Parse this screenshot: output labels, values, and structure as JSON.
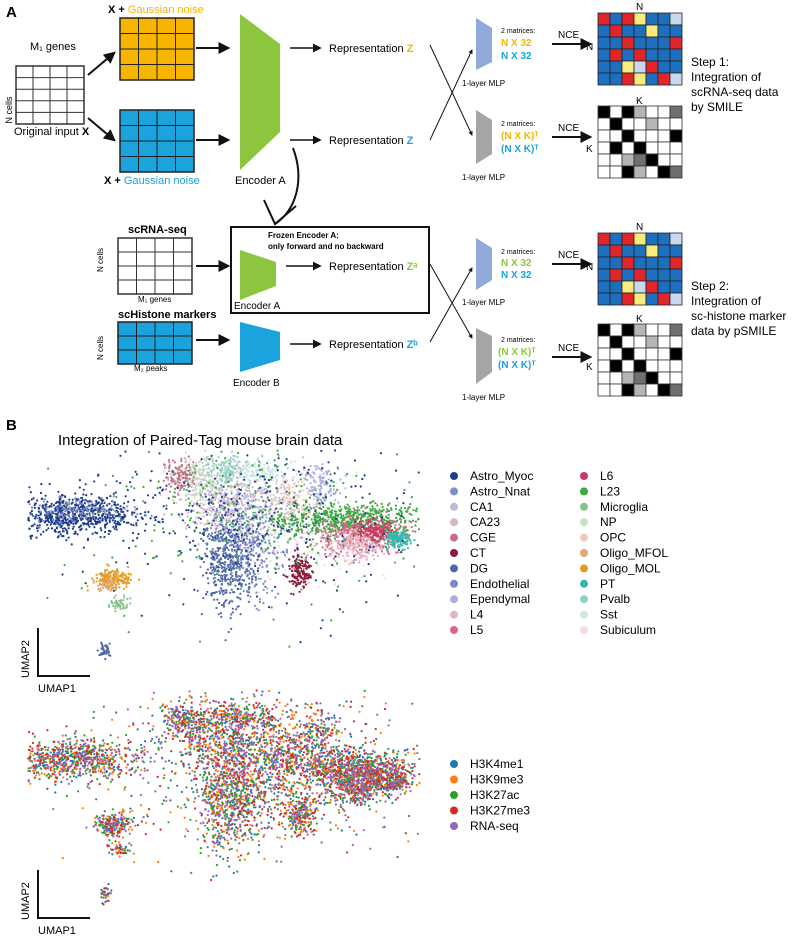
{
  "panel_a": {
    "label": "A",
    "original_input": {
      "genes_label": "M₁ genes",
      "cells_label": "N cells",
      "caption": "Original input",
      "var": "X"
    },
    "noise": {
      "prefix": "X +",
      "text": "Gaussian noise"
    },
    "encoder_a_label": "Encoder A",
    "encoder_b_label": "Encoder B",
    "representation_text": "Representation",
    "rep_var": "Z",
    "rep_var_a": "Zᵃ",
    "rep_var_b": "Zᵇ",
    "mlp_label": "1-layer MLP",
    "matrices_label": "2 matrices:",
    "n32": "N X 32",
    "nxk": "(N X K)ᵀ",
    "nce": "NCE",
    "n_label": "N",
    "k_label": "K",
    "step1": [
      "Step 1:",
      "Integration of",
      "scRNA-seq data",
      "by SMILE"
    ],
    "step2": [
      "Step 2:",
      "Integration of",
      "sc-histone marker",
      "data by pSMILE"
    ],
    "frozen": [
      "Frozen Encoder A:",
      "only forward and no backward"
    ],
    "scrna_title": "scRNA-seq",
    "schistone_title": "scHistone markers",
    "m1_genes": "M₁ genes",
    "m2_peaks": "M₂ peaks",
    "n_cells": "N cells"
  },
  "panel_b": {
    "label": "B",
    "title": "Integration of Paired-Tag mouse brain data",
    "umap1": "UMAP1",
    "umap2": "UMAP2",
    "celltypes": [
      {
        "name": "Astro_Myoc",
        "color": "#1f3d8f"
      },
      {
        "name": "Astro_Nnat",
        "color": "#7f8fc4"
      },
      {
        "name": "CA1",
        "color": "#b9bdd8"
      },
      {
        "name": "CA23",
        "color": "#d8b7c3"
      },
      {
        "name": "CGE",
        "color": "#c46e82"
      },
      {
        "name": "CT",
        "color": "#8e1c3a"
      },
      {
        "name": "DG",
        "color": "#4f68a8"
      },
      {
        "name": "Endothelial",
        "color": "#7f88cf"
      },
      {
        "name": "Ependymal",
        "color": "#a9aee0"
      },
      {
        "name": "L4",
        "color": "#e6b4c2"
      },
      {
        "name": "L5",
        "color": "#d46b86"
      },
      {
        "name": "L6",
        "color": "#c53c63"
      },
      {
        "name": "L23",
        "color": "#3aa843"
      },
      {
        "name": "Microglia",
        "color": "#86c38a"
      },
      {
        "name": "NP",
        "color": "#c5dfc3"
      },
      {
        "name": "OPC",
        "color": "#eecbb8"
      },
      {
        "name": "Oligo_MFOL",
        "color": "#e0aa73"
      },
      {
        "name": "Oligo_MOL",
        "color": "#e79a22"
      },
      {
        "name": "PT",
        "color": "#36b7ad"
      },
      {
        "name": "Pvalb",
        "color": "#8fd0c9"
      },
      {
        "name": "Sst",
        "color": "#cce8e3"
      },
      {
        "name": "Subiculum",
        "color": "#f3dde3"
      }
    ],
    "modalities": [
      {
        "name": "H3K4me1",
        "color": "#1f77b4"
      },
      {
        "name": "H3K9me3",
        "color": "#ff7f0e"
      },
      {
        "name": "H3K27ac",
        "color": "#2ca02c"
      },
      {
        "name": "H3K27me3",
        "color": "#d62728"
      },
      {
        "name": "RNA-seq",
        "color": "#9467bd"
      }
    ]
  },
  "colors": {
    "yellow": "#f7b500",
    "blue": "#1aa3dc",
    "green": "#8cc63f",
    "mlp_blue": "#8ea9da",
    "mlp_gray": "#a6a6a6",
    "heat_blue": "#1f6fbf",
    "heat_red": "#e0262b",
    "heat_yellow": "#f9ec7c",
    "heat_light": "#c8d8ee"
  }
}
